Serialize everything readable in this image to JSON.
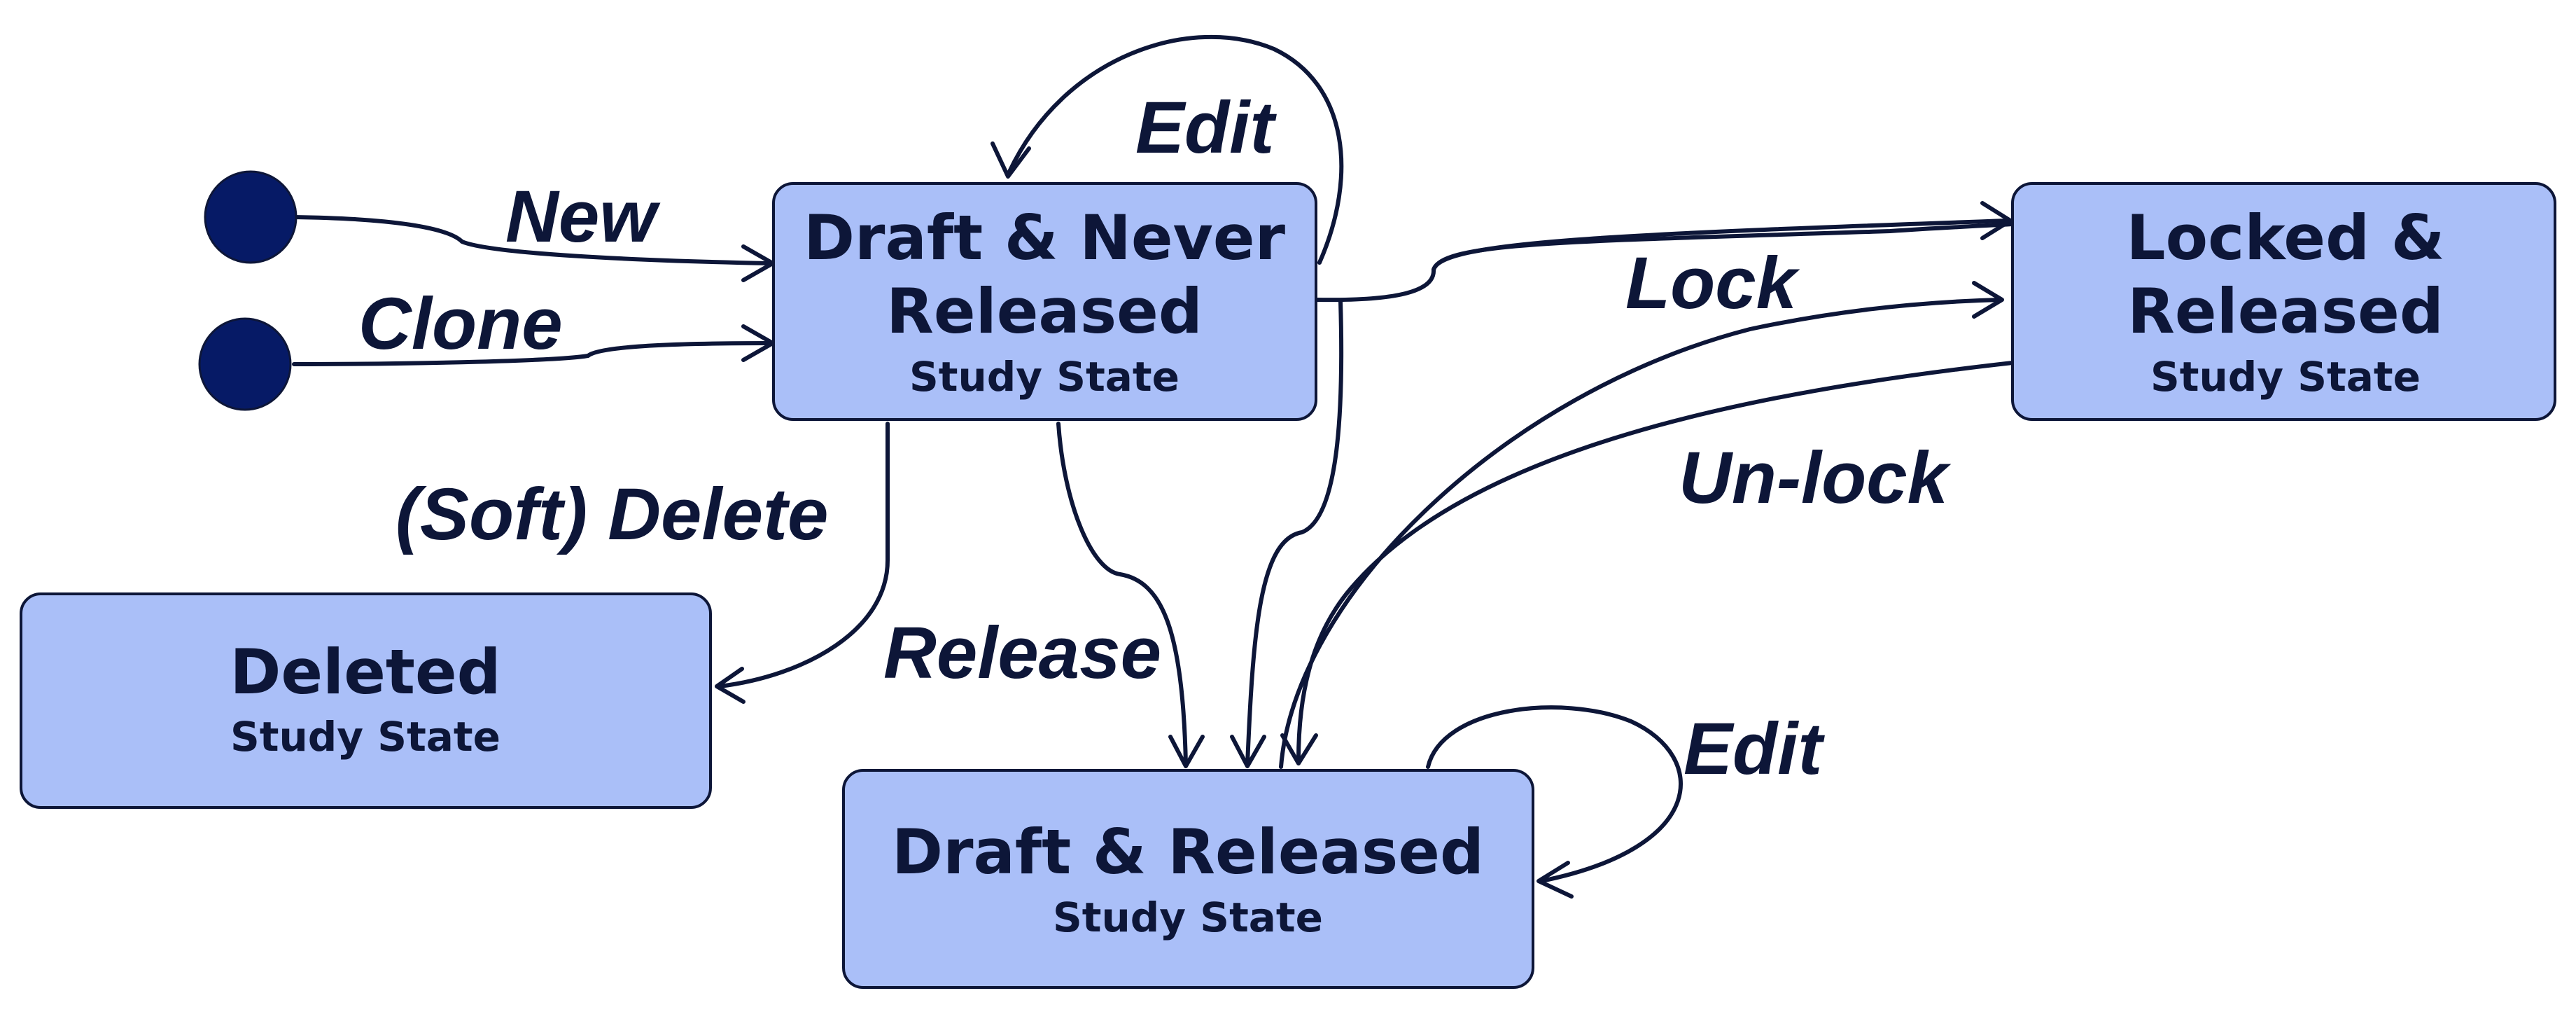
{
  "states": {
    "draft_never_released": {
      "title_line1": "Draft & Never",
      "title_line2": "Released",
      "subtitle": "Study State"
    },
    "locked_released": {
      "title_line1": "Locked &",
      "title_line2": "Released",
      "subtitle": "Study State"
    },
    "deleted": {
      "title": "Deleted",
      "subtitle": "Study State"
    },
    "draft_released": {
      "title": "Draft & Released",
      "subtitle": "Study State"
    }
  },
  "transitions": {
    "new": "New",
    "clone": "Clone",
    "edit_top": "Edit",
    "lock": "Lock",
    "unlock": "Un-lock",
    "soft_delete": "(Soft) Delete",
    "release": "Release",
    "edit_bottom": "Edit"
  },
  "colors": {
    "state_fill": "#aabff8",
    "ink": "#0d1638",
    "initial_node": "#061a66"
  }
}
